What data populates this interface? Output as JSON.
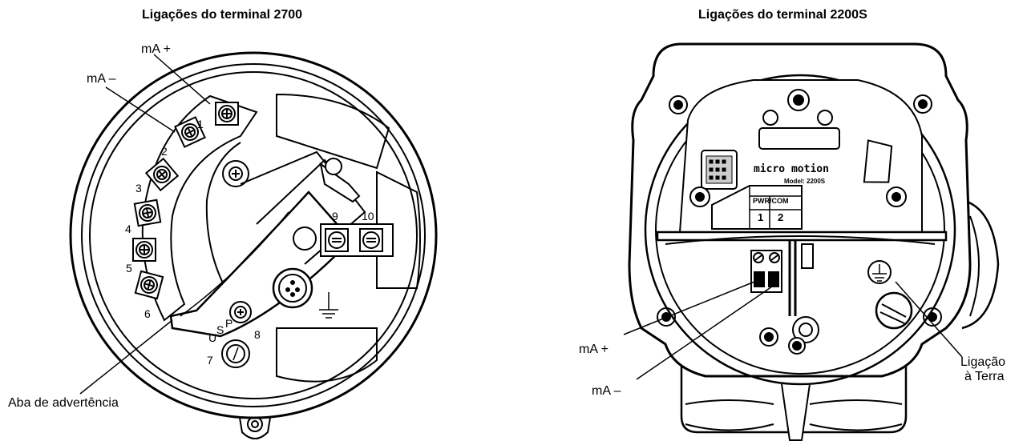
{
  "left_diagram": {
    "title": "Ligações do terminal 2700",
    "labels": {
      "ma_plus": "mA +",
      "ma_minus": "mA –",
      "warning_tab": "Aba de advertência"
    },
    "terminal_numbers": [
      "1",
      "2",
      "3",
      "4",
      "5",
      "6",
      "7",
      "8",
      "9",
      "10"
    ],
    "usp_letters": [
      "U",
      "S",
      "P"
    ]
  },
  "right_diagram": {
    "title": "Ligações do terminal 2200S",
    "labels": {
      "ma_plus": "mA +",
      "ma_minus": "mA –",
      "ground_line1": "Ligação",
      "ground_line2": "à Terra"
    },
    "brand": "micro motion",
    "model": "Model: 2200S",
    "port_label": "PWR/COM",
    "port_numbers": [
      "1",
      "2"
    ]
  }
}
